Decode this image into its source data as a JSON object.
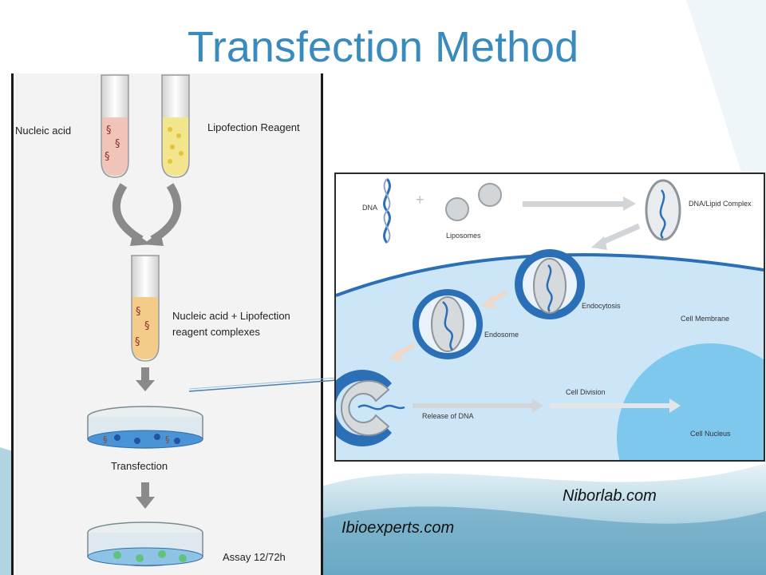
{
  "slide": {
    "title": "Transfection Method",
    "colors": {
      "title": "#3a8bbd",
      "cell": "#cce6f8",
      "nucleus": "#7ec8ee",
      "membrane": "#2b6fb6"
    }
  },
  "left_diagram": {
    "labels": {
      "nucleic_acid": "Nucleic acid",
      "lipofection_reagent": "Lipofection Reagent",
      "complexes_line1": "Nucleic acid + Lipofection",
      "complexes_line2": "reagent complexes",
      "transfection": "Transfection",
      "assay": "Assay 12/72h"
    }
  },
  "right_diagram": {
    "labels": {
      "dna": "DNA",
      "plus": "+",
      "liposomes": "Liposomes",
      "dna_lipid_complex": "DNA/Lipid Complex",
      "endocytosis": "Endocytosis",
      "endosome": "Endosome",
      "cell_membrane": "Cell Membrane",
      "release_of_dna": "Release of DNA",
      "cell_division": "Cell Division",
      "cell_nucleus": "Cell Nucleus"
    }
  },
  "credits": {
    "niborlab": "Niborlab.com",
    "ibioexperts": "Ibioexperts.com"
  }
}
